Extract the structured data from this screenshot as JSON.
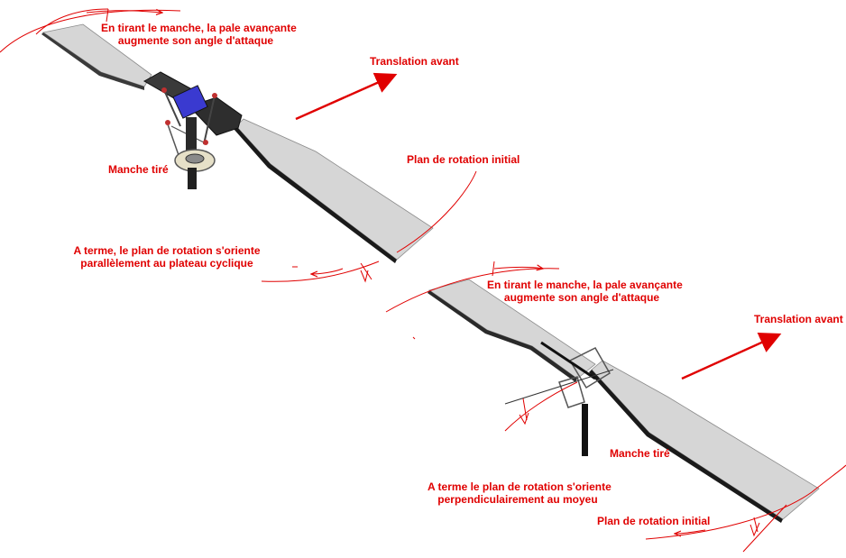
{
  "colors": {
    "annotation": "#e00000",
    "blade_light": "#d8d8d8",
    "blade_shade": "#bcbcbc",
    "edge": "#111111",
    "servo": "#3a3ad0"
  },
  "top_diagram": {
    "label_blade_pitch": [
      "En tirant le manche, la pale avançante",
      "augmente son angle d'attaque"
    ],
    "label_translation": "Translation avant",
    "label_stick": "Manche tiré",
    "label_initial_plane": "Plan de rotation initial",
    "label_final_plane": [
      "A terme, le plan de rotation s'oriente",
      "parallèlement au plateau cyclique"
    ]
  },
  "bottom_diagram": {
    "label_blade_pitch": [
      "En tirant le manche, la pale avançante",
      "augmente son angle d'attaque"
    ],
    "label_translation": "Translation avant",
    "label_stick": "Manche tiré",
    "label_final_plane": [
      "A terme le plan de rotation s'oriente",
      "perpendiculairement au moyeu"
    ],
    "label_initial_plane": "Plan de rotation initial"
  }
}
